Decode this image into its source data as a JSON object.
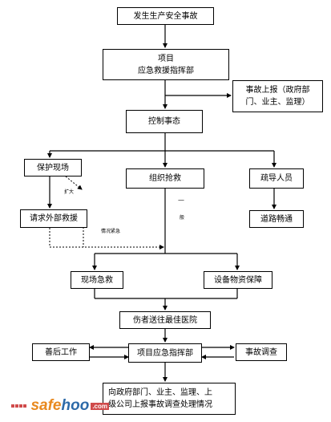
{
  "nodes": {
    "accident": {
      "lines": [
        "发生生产安全事故"
      ]
    },
    "hq_top": {
      "lines": [
        "项目",
        "应急救援指挥部"
      ]
    },
    "report": {
      "lines": [
        "事故上报（政府部",
        "门、业主、监理）"
      ]
    },
    "control": {
      "lines": [
        "控制事态"
      ]
    },
    "protect": {
      "lines": [
        "保护现场"
      ]
    },
    "organize": {
      "lines": [
        "组织抢救"
      ]
    },
    "evacuate": {
      "lines": [
        "疏导人员"
      ]
    },
    "external": {
      "lines": [
        "请求外部救援"
      ]
    },
    "road": {
      "lines": [
        "道路畅通"
      ]
    },
    "rescue": {
      "lines": [
        "现场急救"
      ]
    },
    "supplies": {
      "lines": [
        "设备物资保障"
      ]
    },
    "hospital": {
      "lines": [
        "伤者送往最佳医院"
      ]
    },
    "aftermath": {
      "lines": [
        "善后工作"
      ]
    },
    "hq_mid": {
      "lines": [
        "项目应急指挥部"
      ]
    },
    "investigate": {
      "lines": [
        "事故调查"
      ]
    },
    "final_report": {
      "lines": [
        "向政府部门、业主、监理、上",
        "级公司上报事故调查处理情况"
      ]
    }
  },
  "labels": {
    "expand": "扩大",
    "dash": "—",
    "situation": "情况紧急",
    "seg": "般"
  },
  "watermark": {
    "logo_a": "safe",
    "logo_b": "hoo",
    "logo_c": ".com",
    "accent_color": "#e8891f",
    "brand_color": "#2d6aa8",
    "badge_color": "#d04b4b"
  }
}
